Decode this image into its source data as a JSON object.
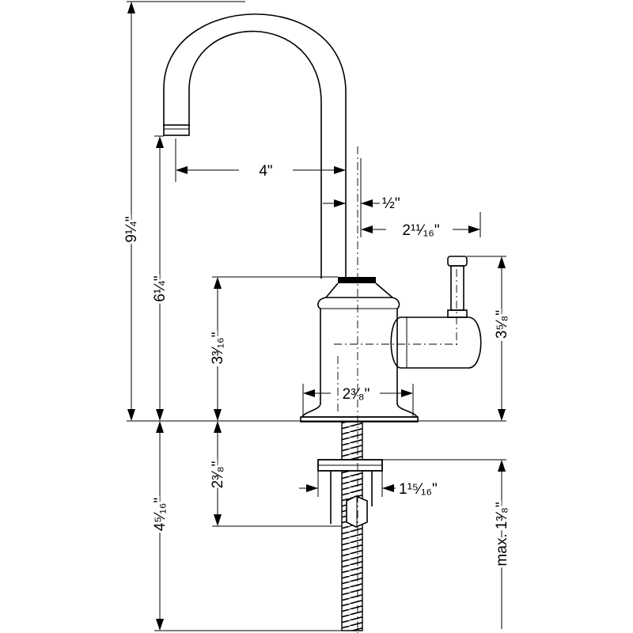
{
  "dimensions": {
    "spout_reach": "4\"",
    "spout_tube_diameter": "½\"",
    "handle_offset": "2¹¹⁄₁₆\"",
    "overall_height": "9¼\"",
    "spout_outlet_height": "6¼\"",
    "body_height": "3³⁄₁₆\"",
    "base_diameter": "2³⁄₈\"",
    "handle_height": "3⁵⁄₈\"",
    "shank_length_to_nut": "2³⁄₈\"",
    "overall_shank_length": "4⁵⁄₁₆\"",
    "mounting_hole_diameter": "1¹⁵⁄₁₆\"",
    "max_deck_thickness": "max. 1³⁄₈\""
  },
  "colors": {
    "line": "#000000",
    "background": "#ffffff"
  }
}
